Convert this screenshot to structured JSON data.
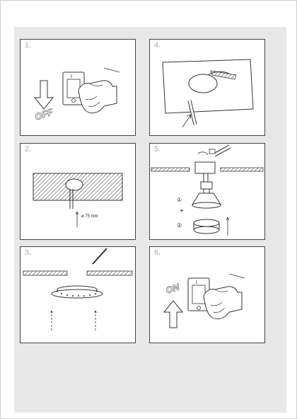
{
  "steps": [
    {
      "number": "1.",
      "switch_state": "OFF"
    },
    {
      "number": "2.",
      "hole_diameter": "ø 75 mm"
    },
    {
      "number": "3."
    },
    {
      "number": "4."
    },
    {
      "number": "5.",
      "part_1": "①",
      "plus": "+",
      "part_2": "②"
    },
    {
      "number": "6.",
      "switch_state": "ON"
    }
  ],
  "colors": {
    "line": "#333333",
    "panel_bg": "#ffffff",
    "sheet_bg": "#e8e8e8",
    "number": "#c4c4c4"
  }
}
